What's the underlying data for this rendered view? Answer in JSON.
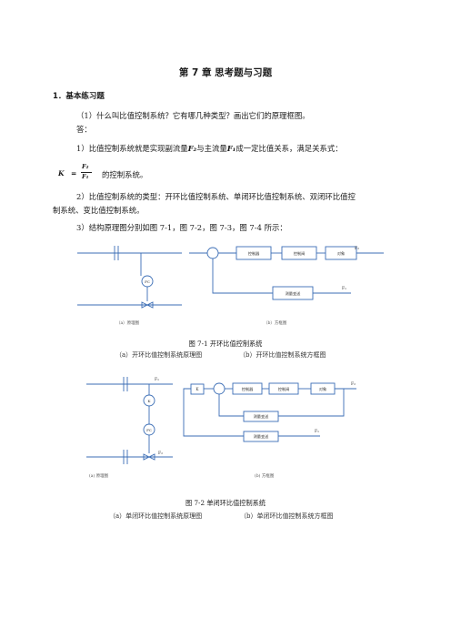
{
  "title": "第 7 章  思考题与习题",
  "section": "1．基本练习题",
  "q1": "（1）什么叫比值控制系统？它有哪几种类型？画出它们的原理框图。",
  "answer_label": "答：",
  "a1_pre": "1）比值控制系统就是实现副流量",
  "a1_var2": "F₂",
  "a1_mid": "与主流量",
  "a1_var1": "F₁",
  "a1_post": "成一定比值关系，满足关系式：",
  "formula": {
    "k": "K",
    "eq": "=",
    "num": "F₂",
    "den": "F₁",
    "tail": "的控制系统。"
  },
  "a2_line1": "2）比值控制系统的类型：开环比值控制系统、单闭环比值控制系统、双闭环比值控",
  "a2_line2": "制系统、变比值控制系统。",
  "a3": "3）结构原理图分别如图 7-1，图 7-2，图 7-3，图 7-4 所示：",
  "fig1": {
    "caption": "图 7-1 开环比值控制系统",
    "subcaption_a": "（a）开环比值控制系统原理图",
    "subcaption_b": "（b）开环比值控制系统方框图",
    "label_a": "（a）原理图",
    "label_b": "（b）方框图",
    "instrument": "FC",
    "blocks": [
      "控制器",
      "控制阀",
      "对象",
      "测量变送"
    ],
    "f1": "F₁",
    "f2": "F₂"
  },
  "fig2": {
    "caption": "图 7-2 单闭环比值控制系统",
    "subcaption_a": "（a）单闭环比值控制系统原理图",
    "subcaption_b": "（b）单闭环比值控制系统方框图",
    "label_a": "(a) 原理图",
    "label_b": "(b) 方框图",
    "instruments": [
      "K",
      "FC"
    ],
    "blocks": [
      "K",
      "控制器",
      "控制阀",
      "对象",
      "测量变送",
      "测量变送"
    ],
    "f1": "F₁",
    "f2": "F₂"
  },
  "colors": {
    "diagram_line": "#3b6db5",
    "text": "#1a1a1a"
  }
}
